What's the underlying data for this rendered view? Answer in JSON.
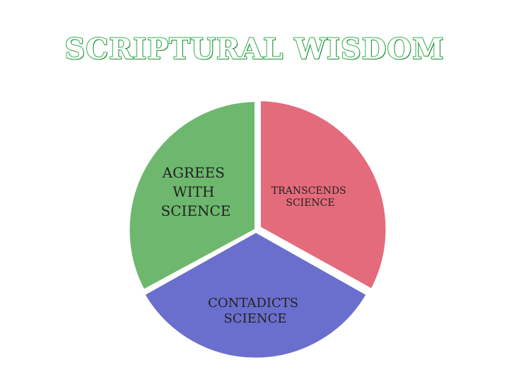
{
  "title": "SCRIPTURAL WISDOM",
  "colors": {
    "title_outline": "#2fb14a",
    "agrees": "#6db86e",
    "transcends": "#e46b7b",
    "contradicts": "#6a6fcd"
  },
  "segments": [
    {
      "id": "agrees",
      "lines": [
        "AGREES",
        "WITH",
        "SCIENCE"
      ],
      "share": 0.3333
    },
    {
      "id": "transcends",
      "lines": [
        "TRANSCENDS",
        "SCIENCE"
      ],
      "share": 0.3333
    },
    {
      "id": "contradicts",
      "lines": [
        "CONTADICTS",
        "SCIENCE"
      ],
      "share": 0.3333
    }
  ]
}
